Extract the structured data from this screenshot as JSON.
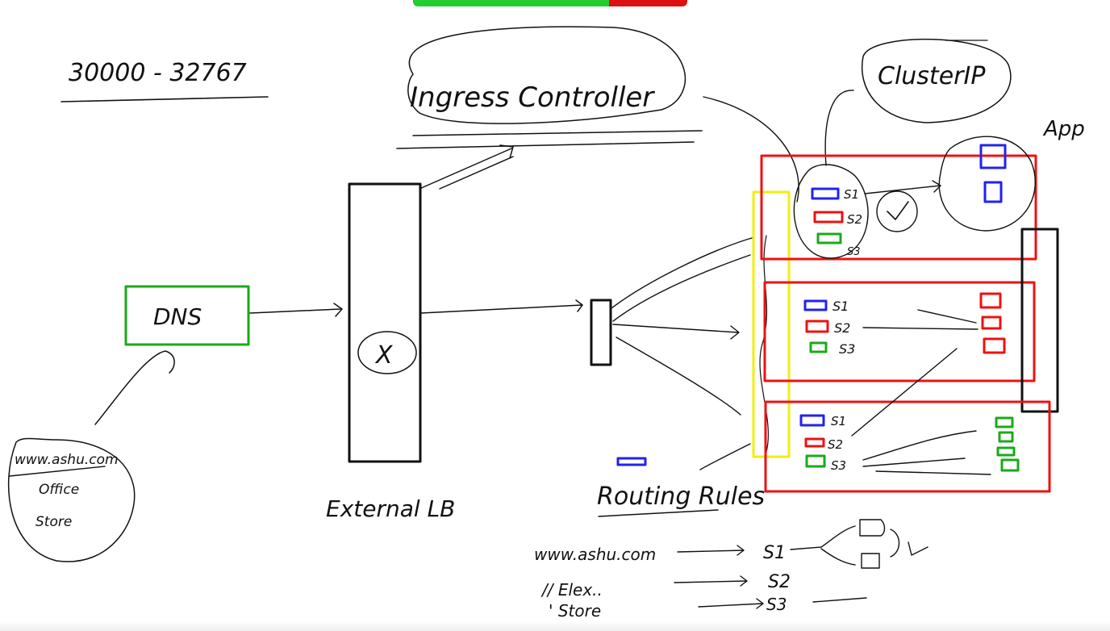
{
  "colors": {
    "ink": "#111111",
    "green": "#1aaa1a",
    "red": "#ee1111",
    "blue": "#2222ee",
    "yellow": "#f2ee10",
    "toolbar_green": "#22cc33",
    "toolbar_red": "#dd1111"
  },
  "labels": {
    "port_range": "30000 - 32767",
    "ingress_controller": "Ingress Controller",
    "cluster_ip": "ClusterIP",
    "app": "App",
    "dns": "DNS",
    "external_lb": "External LB",
    "lb_mark": "X",
    "routing_rules": "Routing Rules",
    "client_domain": "www.ashu.com",
    "client_line2": "Office",
    "client_line3": "Store"
  },
  "nodes": [
    {
      "services": [
        "S1",
        "S2",
        "S3"
      ]
    },
    {
      "services": [
        "S1",
        "S2",
        "S3"
      ]
    },
    {
      "services": [
        "S1",
        "S2",
        "S3"
      ]
    }
  ],
  "rules": [
    {
      "path": "www.ashu.com",
      "target": "S1"
    },
    {
      "path": "// Elex..",
      "target": "S2"
    },
    {
      "path": "' Store",
      "target": "S3"
    }
  ]
}
